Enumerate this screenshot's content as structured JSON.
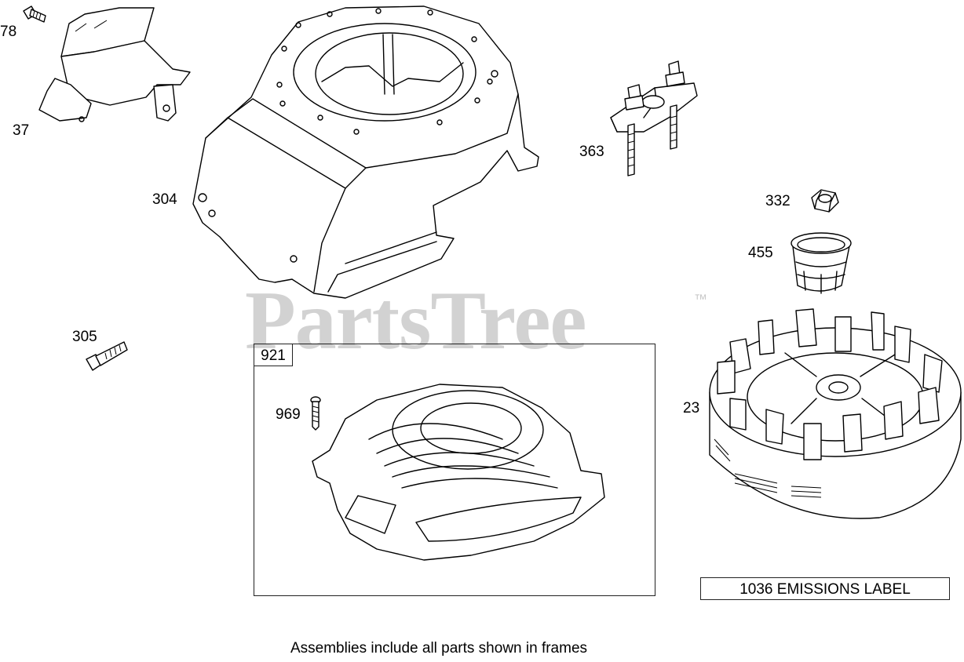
{
  "watermark": {
    "brand": "PartsTree",
    "trademark": "™"
  },
  "parts": [
    {
      "ref": "78"
    },
    {
      "ref": "37"
    },
    {
      "ref": "304"
    },
    {
      "ref": "305"
    },
    {
      "ref": "363"
    },
    {
      "ref": "332"
    },
    {
      "ref": "455"
    },
    {
      "ref": "23"
    },
    {
      "ref": "969"
    }
  ],
  "assembly_frame": {
    "ref": "921"
  },
  "emissions_label": "1036 EMISSIONS LABEL",
  "caption": "Assemblies include all parts shown in frames"
}
